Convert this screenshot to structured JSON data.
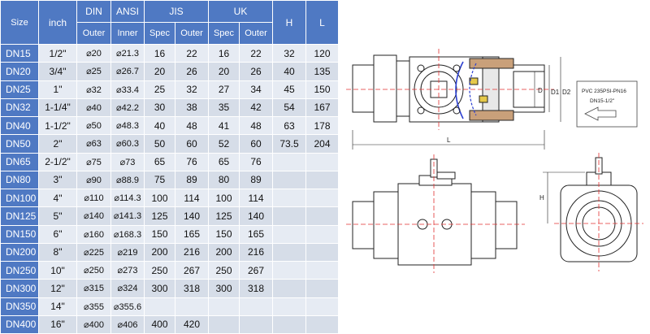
{
  "table": {
    "headers": {
      "size": "Size",
      "inch": "inch",
      "din": "DIN",
      "ansi": "ANSI",
      "jis": "JIS",
      "uk": "UK",
      "h": "H",
      "l": "L",
      "din_outer": "Outer",
      "ansi_inner": "Inner",
      "jis_spec": "Spec",
      "jis_outer": "Outer",
      "uk_spec": "Spec",
      "uk_outer": "Outer"
    },
    "rows": [
      {
        "size": "DN15",
        "inch": "1/2\"",
        "din": "⌀20",
        "ansi": "⌀21.3",
        "jis_spec": "16",
        "jis_outer": "22",
        "uk_spec": "16",
        "uk_outer": "22",
        "h": "32",
        "l": "120"
      },
      {
        "size": "DN20",
        "inch": "3/4\"",
        "din": "⌀25",
        "ansi": "⌀26.7",
        "jis_spec": "20",
        "jis_outer": "26",
        "uk_spec": "20",
        "uk_outer": "26",
        "h": "40",
        "l": "135"
      },
      {
        "size": "DN25",
        "inch": "1\"",
        "din": "⌀32",
        "ansi": "⌀33.4",
        "jis_spec": "25",
        "jis_outer": "32",
        "uk_spec": "27",
        "uk_outer": "34",
        "h": "45",
        "l": "150"
      },
      {
        "size": "DN32",
        "inch": "1-1/4\"",
        "din": "⌀40",
        "ansi": "⌀42.2",
        "jis_spec": "30",
        "jis_outer": "38",
        "uk_spec": "35",
        "uk_outer": "42",
        "h": "54",
        "l": "167"
      },
      {
        "size": "DN40",
        "inch": "1-1/2\"",
        "din": "⌀50",
        "ansi": "⌀48.3",
        "jis_spec": "40",
        "jis_outer": "48",
        "uk_spec": "41",
        "uk_outer": "48",
        "h": "63",
        "l": "178"
      },
      {
        "size": "DN50",
        "inch": "2\"",
        "din": "⌀63",
        "ansi": "⌀60.3",
        "jis_spec": "50",
        "jis_outer": "60",
        "uk_spec": "52",
        "uk_outer": "60",
        "h": "73.5",
        "l": "204"
      },
      {
        "size": "DN65",
        "inch": "2-1/2\"",
        "din": "⌀75",
        "ansi": "⌀73",
        "jis_spec": "65",
        "jis_outer": "76",
        "uk_spec": "65",
        "uk_outer": "76",
        "h": "",
        "l": ""
      },
      {
        "size": "DN80",
        "inch": "3\"",
        "din": "⌀90",
        "ansi": "⌀88.9",
        "jis_spec": "75",
        "jis_outer": "89",
        "uk_spec": "80",
        "uk_outer": "89",
        "h": "",
        "l": ""
      },
      {
        "size": "DN100",
        "inch": "4\"",
        "din": "⌀110",
        "ansi": "⌀114.3",
        "jis_spec": "100",
        "jis_outer": "114",
        "uk_spec": "100",
        "uk_outer": "114",
        "h": "",
        "l": ""
      },
      {
        "size": "DN125",
        "inch": "5\"",
        "din": "⌀140",
        "ansi": "⌀141.3",
        "jis_spec": "125",
        "jis_outer": "140",
        "uk_spec": "125",
        "uk_outer": "140",
        "h": "",
        "l": ""
      },
      {
        "size": "DN150",
        "inch": "6\"",
        "din": "⌀160",
        "ansi": "⌀168.3",
        "jis_spec": "150",
        "jis_outer": "165",
        "uk_spec": "150",
        "uk_outer": "165",
        "h": "",
        "l": ""
      },
      {
        "size": "DN200",
        "inch": "8\"",
        "din": "⌀225",
        "ansi": "⌀219",
        "jis_spec": "200",
        "jis_outer": "216",
        "uk_spec": "200",
        "uk_outer": "216",
        "h": "",
        "l": ""
      },
      {
        "size": "DN250",
        "inch": "10\"",
        "din": "⌀250",
        "ansi": "⌀273",
        "jis_spec": "250",
        "jis_outer": "267",
        "uk_spec": "250",
        "uk_outer": "267",
        "h": "",
        "l": ""
      },
      {
        "size": "DN300",
        "inch": "12\"",
        "din": "⌀315",
        "ansi": "⌀324",
        "jis_spec": "300",
        "jis_outer": "318",
        "uk_spec": "300",
        "uk_outer": "318",
        "h": "",
        "l": ""
      },
      {
        "size": "DN350",
        "inch": "14\"",
        "din": "⌀355",
        "ansi": "⌀355.6",
        "jis_spec": "",
        "jis_outer": "",
        "uk_spec": "",
        "uk_outer": "",
        "h": "",
        "l": ""
      },
      {
        "size": "DN400",
        "inch": "16\"",
        "din": "⌀400",
        "ansi": "⌀406",
        "jis_spec": "400",
        "jis_outer": "420",
        "uk_spec": "",
        "uk_outer": "",
        "h": "",
        "l": ""
      }
    ]
  },
  "drawing": {
    "label_l": "L",
    "label_h": "H",
    "label_d": "D",
    "label_d1": "D1",
    "label_d2": "D2",
    "stamp_line1": "PVC 235PSI-PN16",
    "stamp_line2": "DN15-1/2\""
  }
}
